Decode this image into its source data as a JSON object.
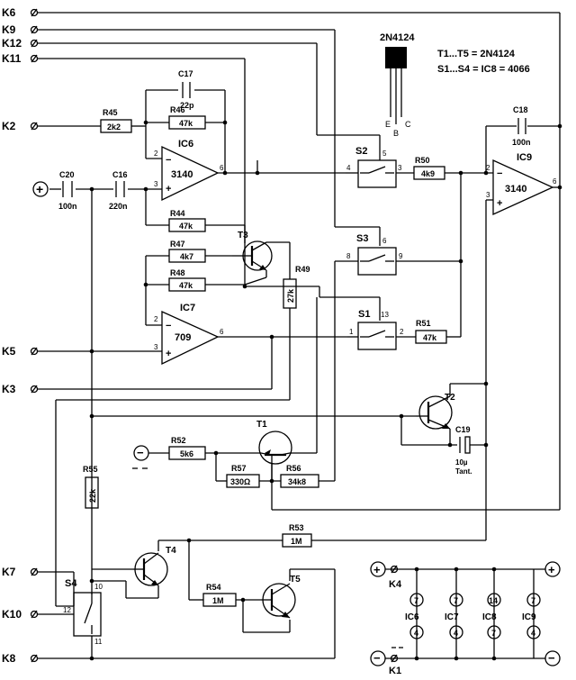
{
  "terminals": {
    "k6": "K6",
    "k9": "K9",
    "k12": "K12",
    "k11": "K11",
    "k2": "K2",
    "k5": "K5",
    "k3": "K3",
    "k7": "K7",
    "k10": "K10",
    "k8": "K8",
    "k4": "K4",
    "k1": "K1"
  },
  "notes": {
    "transistor_type": "2N4124",
    "line1": "T1...T5 = 2N4124",
    "line2": "S1...S4 = IC8 = 4066",
    "pin_e": "E",
    "pin_b": "B",
    "pin_c": "C"
  },
  "opamps": {
    "ic6": {
      "name": "IC6",
      "type": "3140",
      "in_minus": "2",
      "in_plus": "3",
      "out": "6",
      "sign_minus": "−",
      "sign_plus": "+"
    },
    "ic7": {
      "name": "IC7",
      "type": "709",
      "in_minus": "2",
      "in_plus": "3",
      "out": "6",
      "sign_minus": "−",
      "sign_plus": "+"
    },
    "ic9": {
      "name": "IC9",
      "type": "3140",
      "in_minus": "2",
      "in_plus": "3",
      "out": "6",
      "sign_minus": "−",
      "sign_plus": "+"
    }
  },
  "resistors": {
    "r45": {
      "name": "R45",
      "value": "2k2"
    },
    "r46": {
      "name": "R46",
      "value": "47k"
    },
    "r44": {
      "name": "R44",
      "value": "47k"
    },
    "r47": {
      "name": "R47",
      "value": "4k7"
    },
    "r48": {
      "name": "R48",
      "value": "47k"
    },
    "r49": {
      "name": "R49",
      "value": "27k"
    },
    "r50": {
      "name": "R50",
      "value": "4k9"
    },
    "r51": {
      "name": "R51",
      "value": "47k"
    },
    "r52": {
      "name": "R52",
      "value": "5k6"
    },
    "r57": {
      "name": "R57",
      "value": "330Ω"
    },
    "r56": {
      "name": "R56",
      "value": "34k8"
    },
    "r55": {
      "name": "R55",
      "value": "22k"
    },
    "r53": {
      "name": "R53",
      "value": "1M"
    },
    "r54": {
      "name": "R54",
      "value": "1M"
    }
  },
  "capacitors": {
    "c17": {
      "name": "C17",
      "value": "22p"
    },
    "c20": {
      "name": "C20",
      "value": "100n"
    },
    "c16": {
      "name": "C16",
      "value": "220n"
    },
    "c18": {
      "name": "C18",
      "value": "100n"
    },
    "c19": {
      "name": "C19",
      "value": "10µ",
      "note": "Tant."
    }
  },
  "transistors": {
    "t1": "T1",
    "t2": "T2",
    "t3": "T3",
    "t4": "T4",
    "t5": "T5"
  },
  "switches": {
    "s1": {
      "name": "S1",
      "pin_a": "1",
      "pin_b": "2",
      "pin_ctrl": "13"
    },
    "s2": {
      "name": "S2",
      "pin_a": "4",
      "pin_b": "3",
      "pin_ctrl": "5"
    },
    "s3": {
      "name": "S3",
      "pin_a": "8",
      "pin_b": "9",
      "pin_ctrl": "6"
    },
    "s4": {
      "name": "S4",
      "pin_a": "10",
      "pin_b": "11",
      "pin_ctrl": "12"
    }
  },
  "supply_table": {
    "columns": [
      "IC6",
      "IC7",
      "IC8",
      "IC9"
    ],
    "top_pins": [
      "7",
      "7",
      "14",
      "7"
    ],
    "bottom_pins": [
      "4",
      "4",
      "7",
      "4"
    ]
  },
  "signs": {
    "plus": "+",
    "minus": "−"
  }
}
